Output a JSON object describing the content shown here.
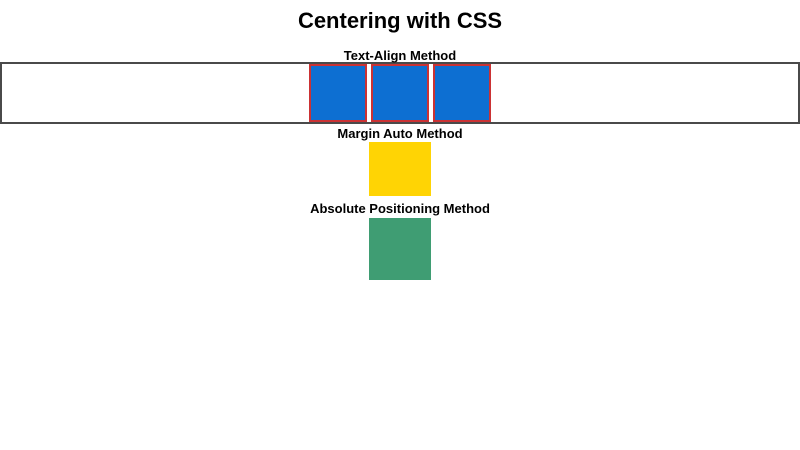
{
  "page": {
    "title": "Centering with CSS"
  },
  "text_align_section": {
    "label": "Text-Align Method",
    "square_count": 3
  },
  "margin_auto_section": {
    "label": "Margin Auto Method"
  },
  "absolute_section": {
    "label": "Absolute Positioning Method"
  },
  "colors": {
    "blue_square": "#0d6fd2",
    "red_border": "#cb3234",
    "yellow_square": "#ffd404",
    "green_square": "#3f9d73",
    "container_border": "#4a4a4a",
    "text_color": "#000000",
    "page_bg": "#ffffff"
  }
}
